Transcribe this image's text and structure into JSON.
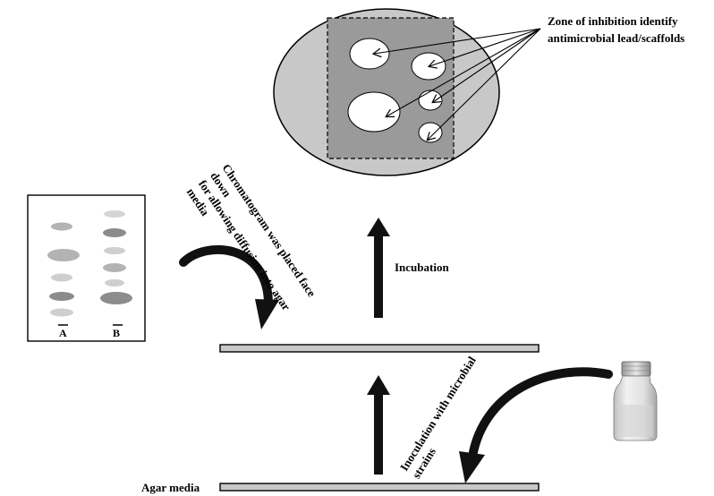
{
  "labels": {
    "zone_line1": "Zone of inhibition identify",
    "zone_line2": "antimicrobial lead/scaffolds",
    "chromatogram_line1": "Chromatogram was placed face",
    "chromatogram_line2": "down",
    "chromatogram_line3": "for allowing diffusion into agar",
    "chromatogram_line4": "media",
    "incubation": "Incubation",
    "inoculation_line1": "Inoculation with microbial",
    "inoculation_line2": "strains",
    "agar_media": "Agar media",
    "lane_a": "A",
    "lane_b": "B"
  },
  "colors": {
    "dish_outer": "#c8c8c8",
    "dish_inner": "#9a9a9a",
    "arrow": "#111111",
    "plate_fill": "#c9c9c9"
  },
  "icons": {
    "vial": "vial-icon",
    "curved_arrow": "curved-arrow-icon",
    "up_arrow": "up-arrow-icon"
  }
}
